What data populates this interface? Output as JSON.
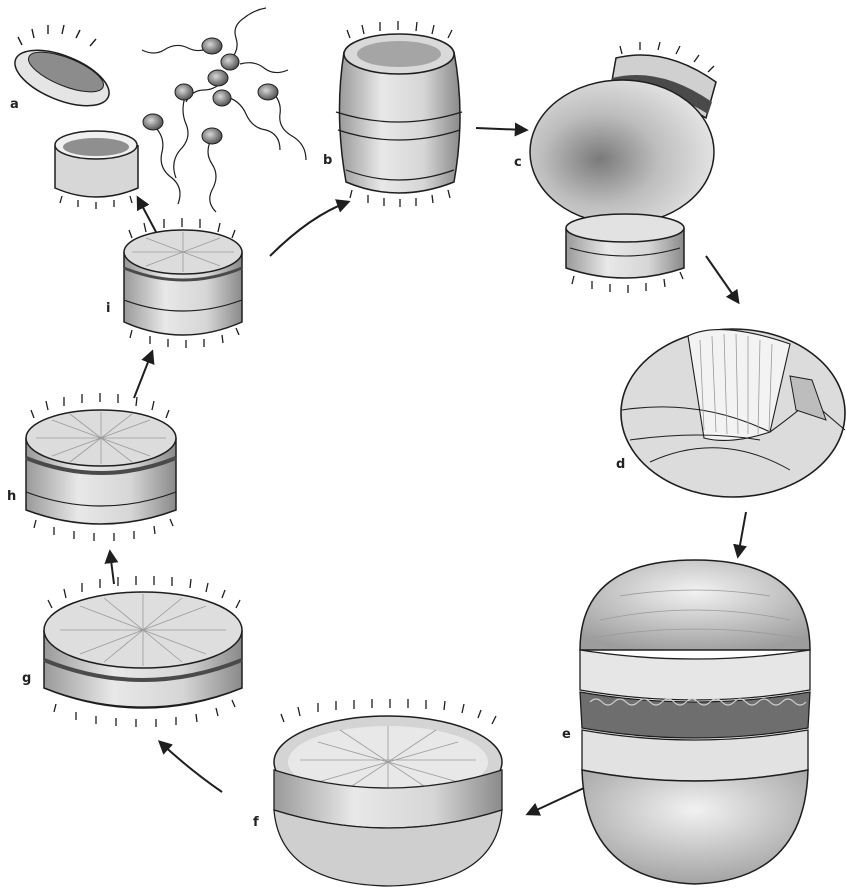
{
  "labels": {
    "a": "a",
    "b": "b",
    "c": "c",
    "d": "d",
    "e": "e",
    "f": "f",
    "g": "g",
    "h": "h",
    "i": "i"
  },
  "colors": {
    "ink": "#1e1e1e",
    "shade_light": "#e9e9e9",
    "shade_mid": "#cfcfcf",
    "shade_dark": "#8e8e8e",
    "paper": "#ffffff"
  }
}
